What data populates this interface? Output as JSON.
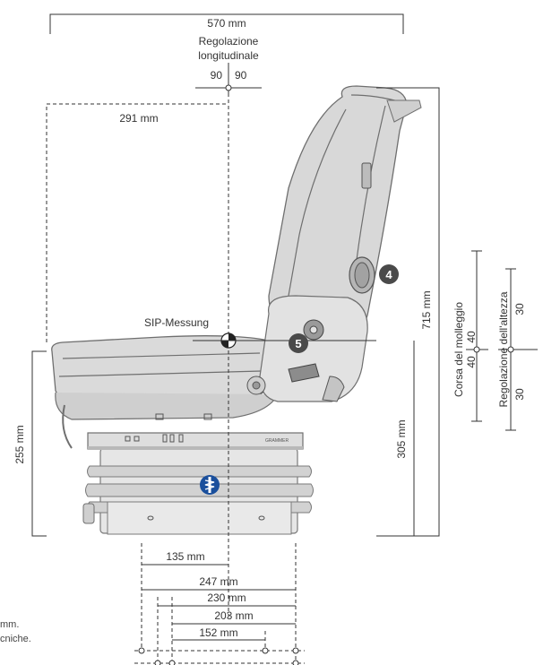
{
  "dimensions": {
    "width_total": "570 mm",
    "longitudinal_title_1": "Regolazione",
    "longitudinal_title_2": "longitudinale",
    "longitudinal_left": "90",
    "longitudinal_right": "90",
    "depth_front": "291 mm",
    "sip_label": "SIP-Messung",
    "height_total": "715 mm",
    "height_base": "305 mm",
    "height_seat_front": "255 mm",
    "suspension_title": "Corsa del molleggio",
    "suspension_up": "40",
    "suspension_down": "40",
    "height_adjust_title": "Regolazione dell'altezza",
    "height_adjust_up": "30",
    "height_adjust_down": "30",
    "mount_135": "135 mm",
    "mount_247": "247 mm",
    "mount_230": "230 mm",
    "mount_203": "203 mm",
    "mount_152": "152 mm"
  },
  "badges": {
    "lumbar_number": "4",
    "lever_number": "5"
  },
  "seat": {
    "brand_text": "GRAMMER"
  },
  "footnote": {
    "line1": "mm.",
    "line2": "cniche."
  },
  "colors": {
    "ink": "#333333",
    "seat_fill": "#dcdcdc",
    "seat_shadow": "#bdbdbd",
    "badge_dark": "#4a4a4a",
    "badge_blue": "#1a4f9c"
  }
}
